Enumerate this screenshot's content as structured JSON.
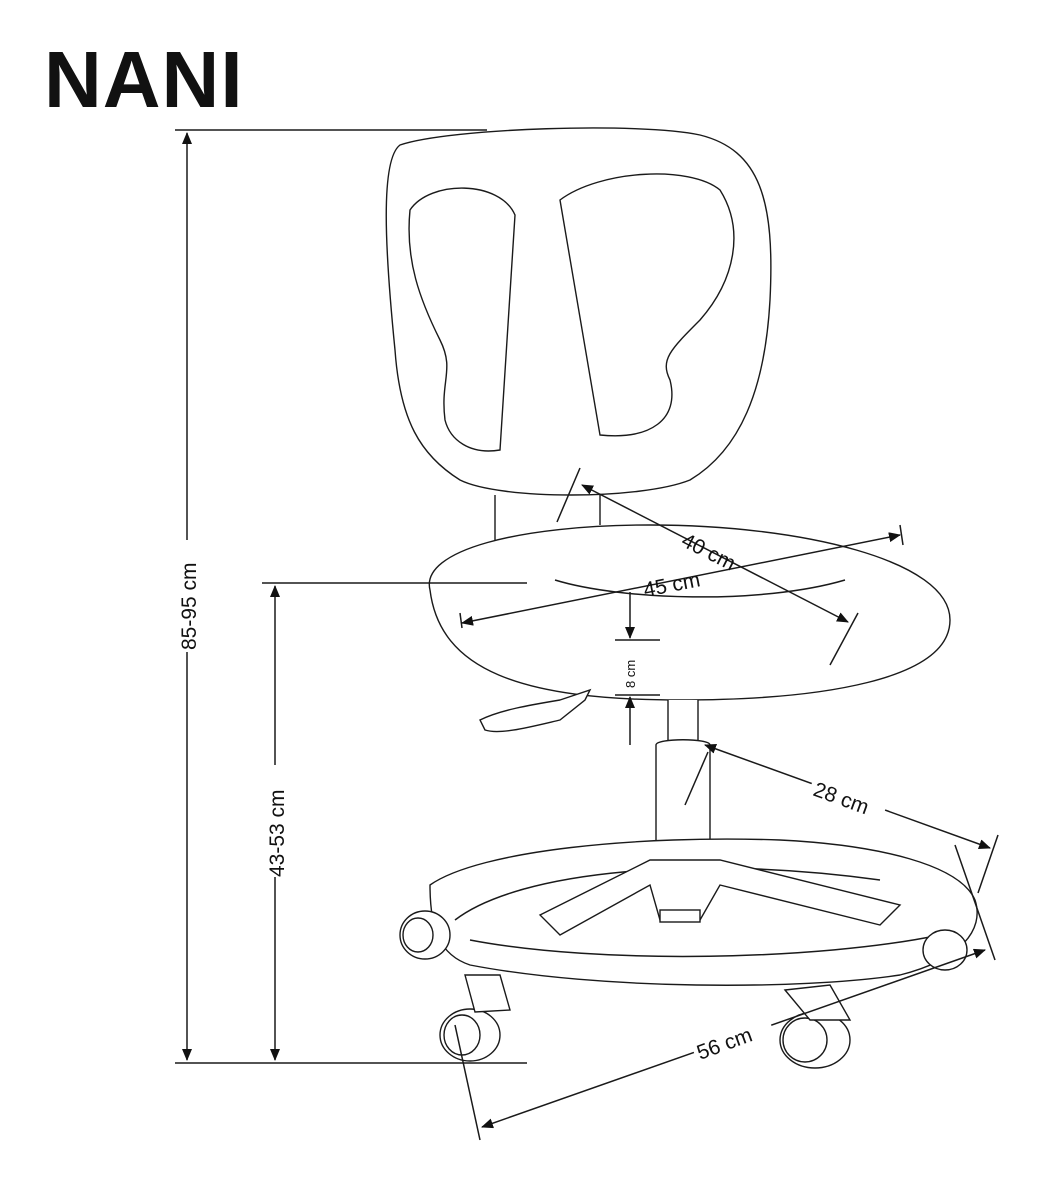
{
  "title": "NANI",
  "dimensions": {
    "total_height": "85-95 cm",
    "seat_height": "43-53 cm",
    "seat_depth": "40 cm",
    "seat_width": "45 cm",
    "seat_thickness": "8 cm",
    "base_radius": "28 cm",
    "base_diameter": "56 cm"
  },
  "colors": {
    "line": "#1a1a1a",
    "background": "#ffffff"
  }
}
